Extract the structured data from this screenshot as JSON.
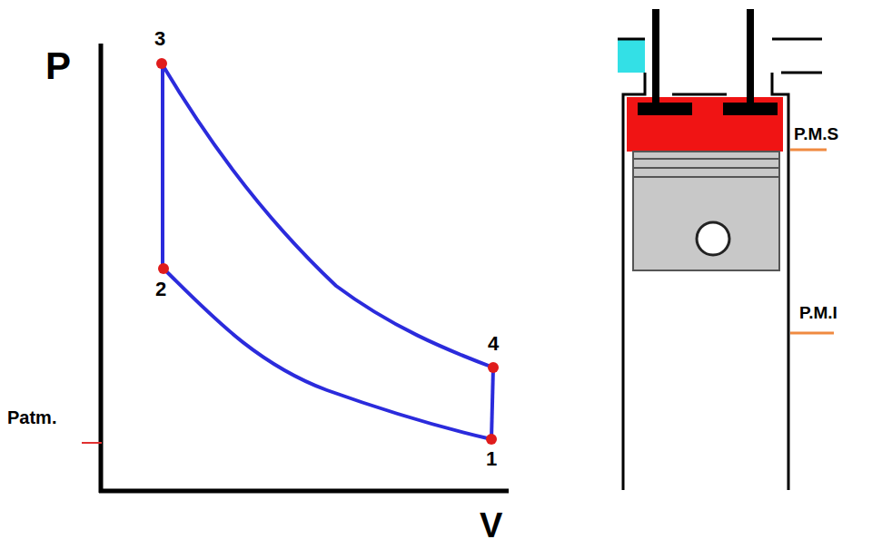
{
  "diagram": {
    "labels": [
      "P",
      "V",
      "3",
      "2",
      "4",
      "1",
      "Patm.",
      "P.M.S",
      "P.M.I"
    ]
  }
}
